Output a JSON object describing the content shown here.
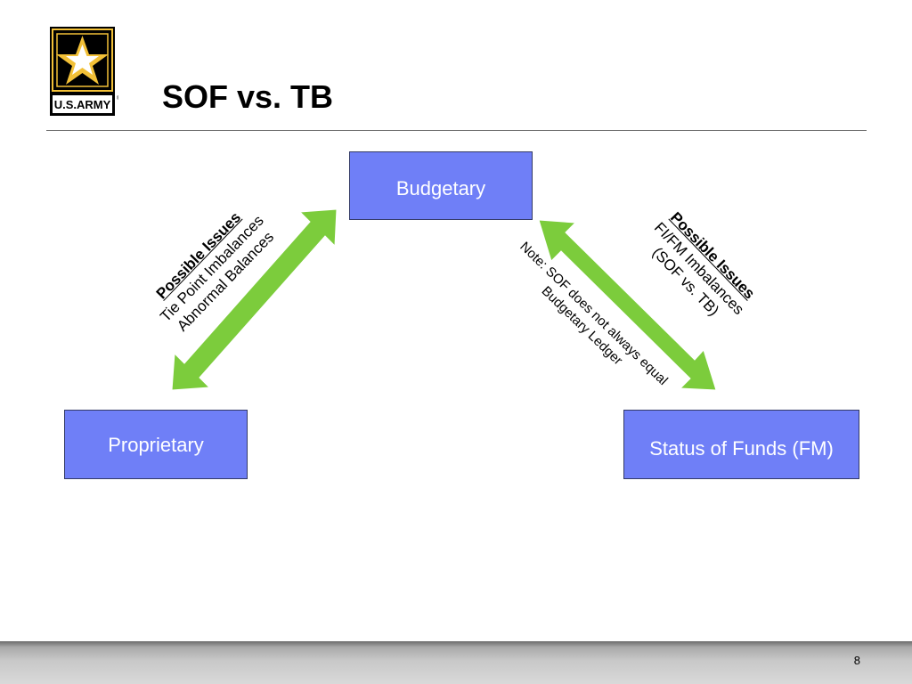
{
  "header": {
    "title": "SOF vs. TB",
    "logo_text": "U.S.ARMY"
  },
  "nodes": {
    "budgetary": "Budgetary",
    "proprietary": "Proprietary",
    "status_of_funds": "Status of Funds (FM)"
  },
  "issues_left": {
    "heading": "Possible Issues",
    "line1": "Tie Point Imbalances",
    "line2": "Abnormal Balances"
  },
  "issues_right": {
    "heading": "Possible Issues",
    "line1": "FI/FM Imbalances",
    "line2": "(SOF vs. TB)"
  },
  "note": {
    "line1": "Note: SOF does not always equal",
    "line2": "Budgetary Ledger"
  },
  "footer": {
    "page_number": "8"
  },
  "colors": {
    "box_fill": "#6f7ff7",
    "arrow_fill": "#7ccc3c",
    "logo_gold": "#f2c037"
  }
}
